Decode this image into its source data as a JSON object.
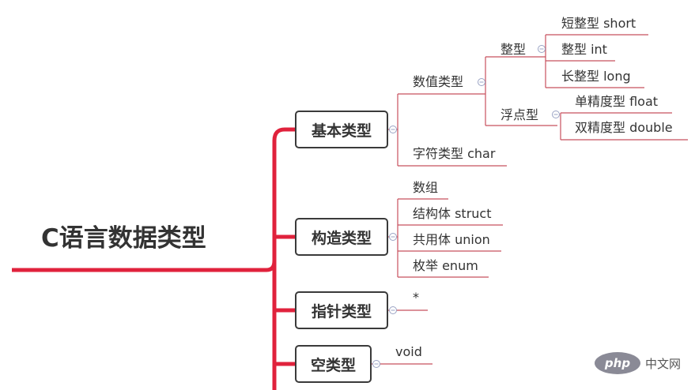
{
  "root": {
    "title": "C语言数据类型"
  },
  "categories": {
    "basic": "基本类型",
    "construct": "构造类型",
    "pointer": "指针类型",
    "void_type": "空类型"
  },
  "basic": {
    "numeric": "数值类型",
    "integer": "整型",
    "short": "短整型 short",
    "int": "整型 int",
    "long": "长整型 long",
    "float_group": "浮点型",
    "float": "单精度型 float",
    "double": "双精度型 double",
    "char": "字符类型 char"
  },
  "construct": {
    "array": "数组",
    "struct": "结构体 struct",
    "union": "共用体 union",
    "enum": "枚举 enum"
  },
  "pointer": {
    "star": "*"
  },
  "void_type": {
    "void": "void"
  },
  "watermark": {
    "badge": "php",
    "text": "中文网"
  },
  "colors": {
    "branch": "#e0223c",
    "line": "#c8505e",
    "expand_marker": "#9aa3c4"
  }
}
